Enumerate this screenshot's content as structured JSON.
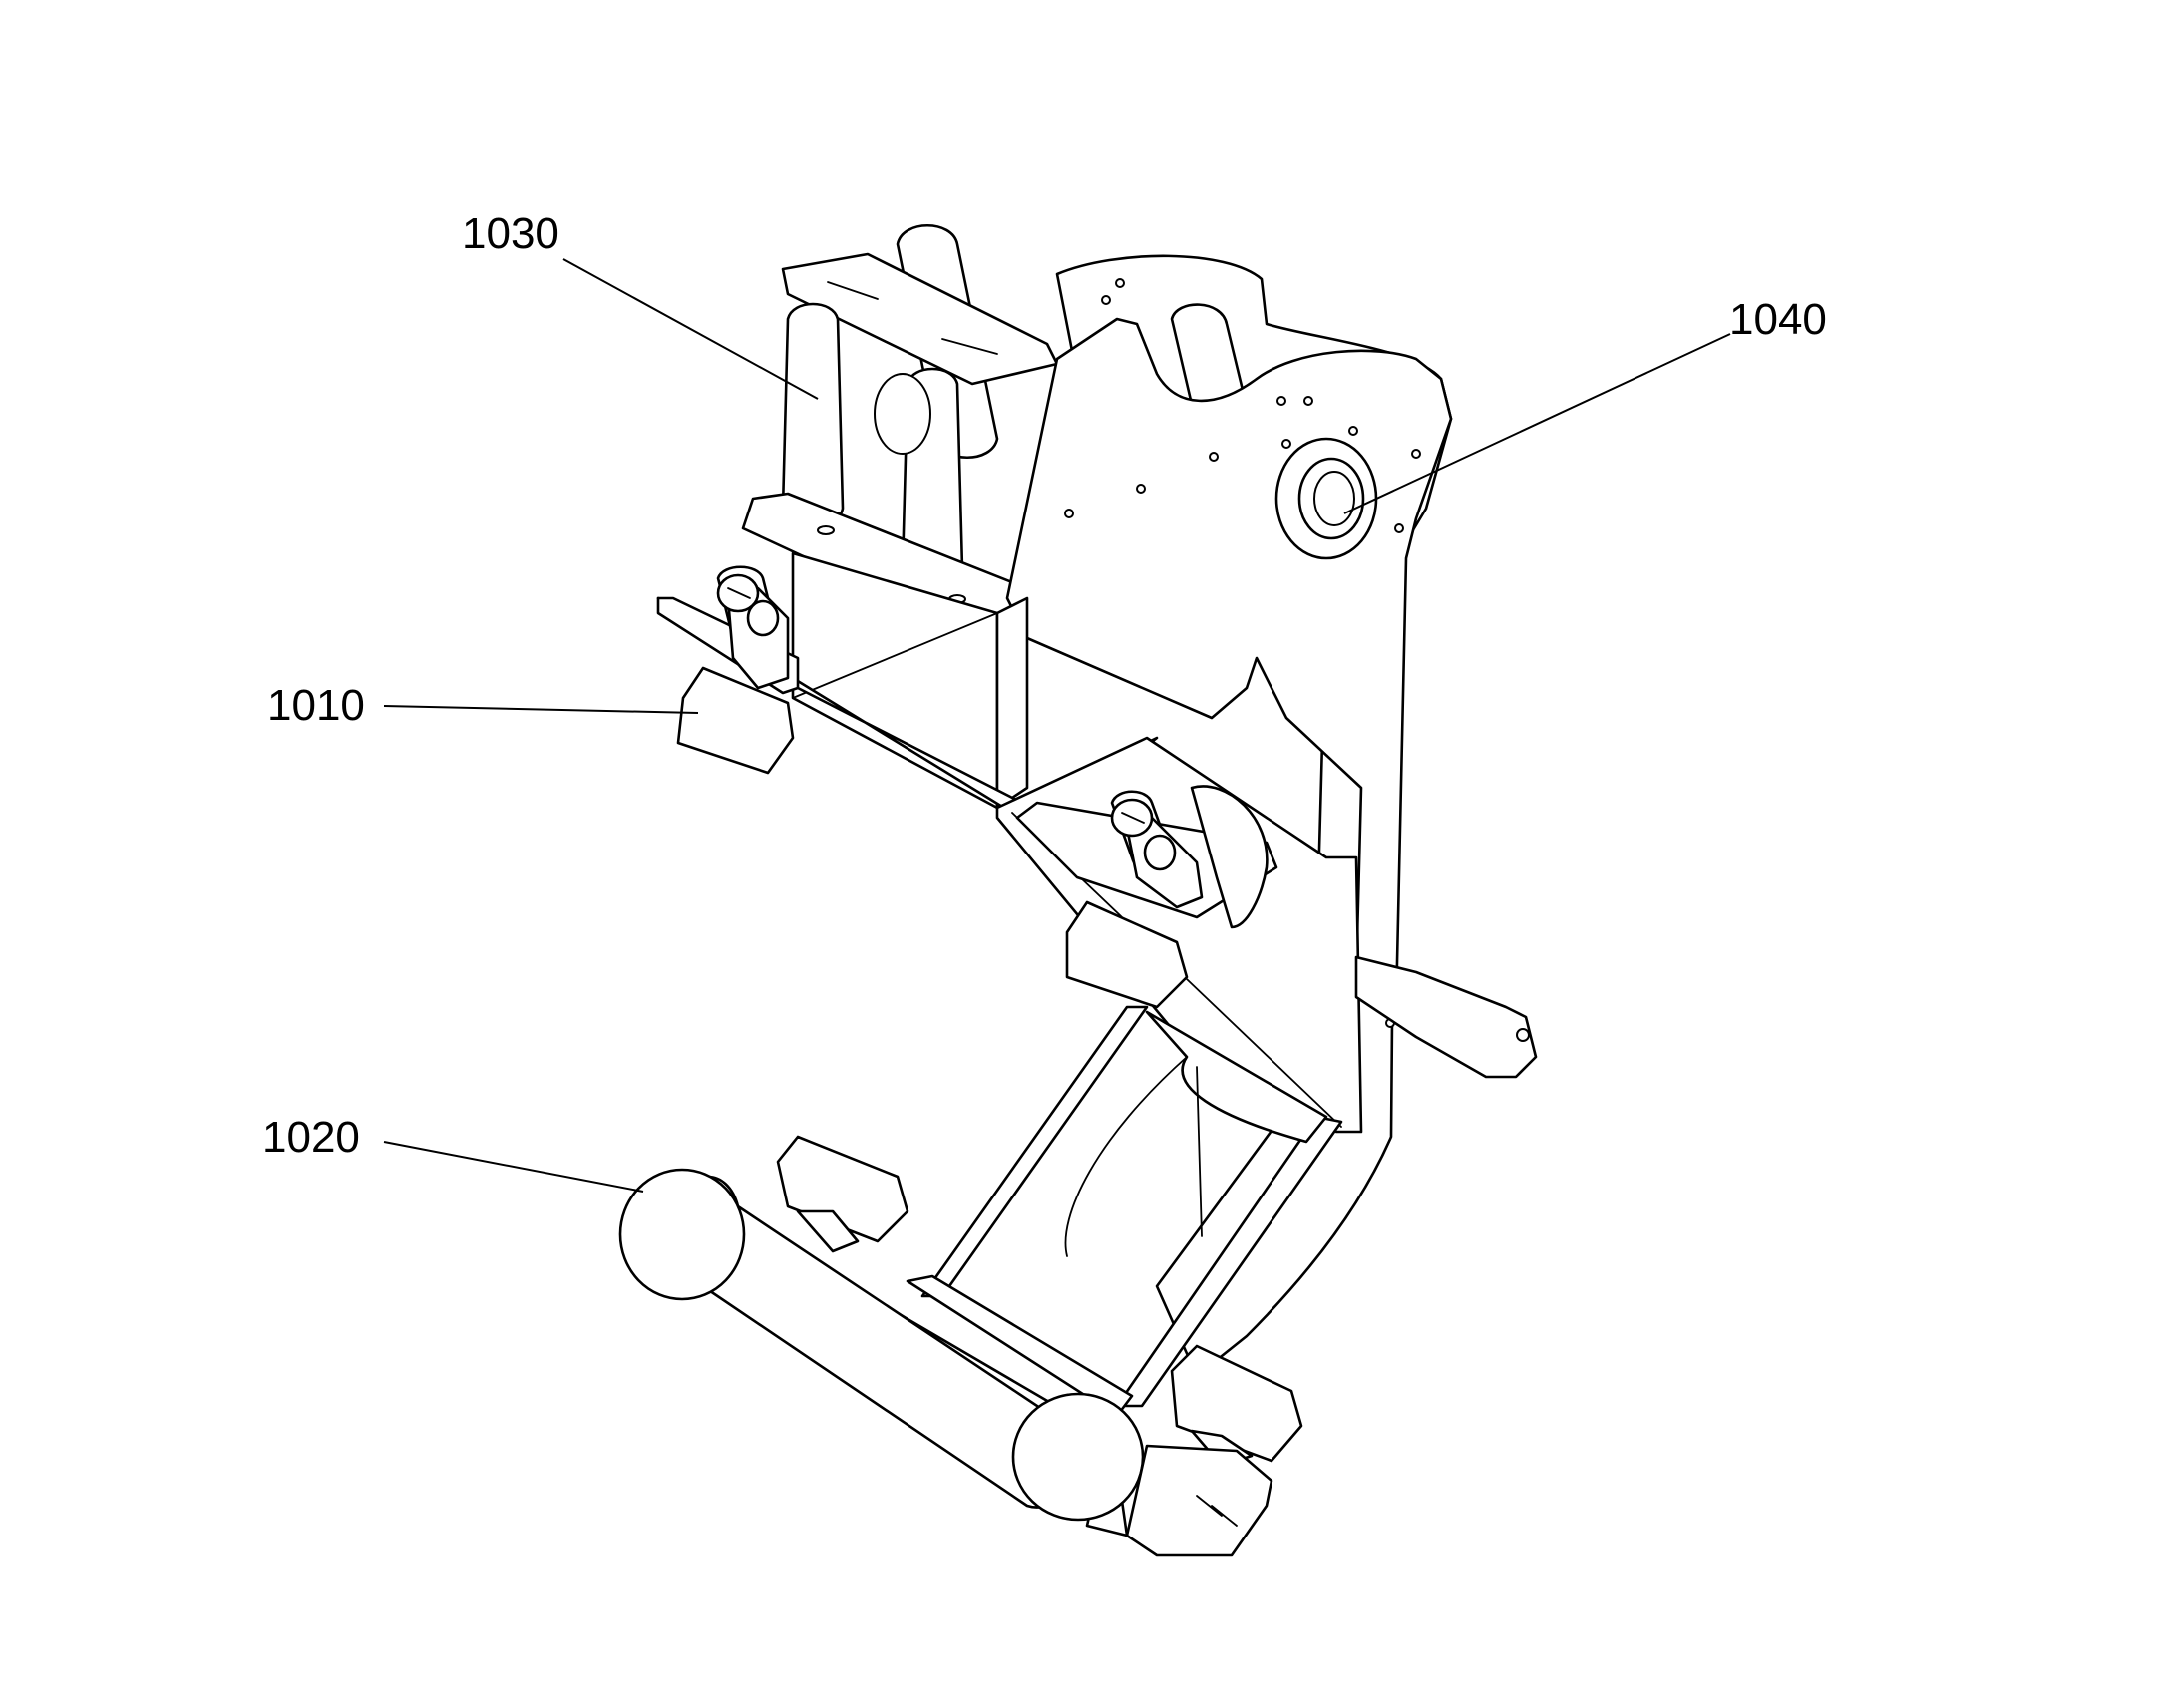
{
  "figure": {
    "background": "#ffffff",
    "line_color": "#000000",
    "reference_numerals": [
      {
        "id": "1010",
        "label": "1010"
      },
      {
        "id": "1020",
        "label": "1020"
      },
      {
        "id": "1030",
        "label": "1030"
      },
      {
        "id": "1040",
        "label": "1040"
      }
    ]
  }
}
